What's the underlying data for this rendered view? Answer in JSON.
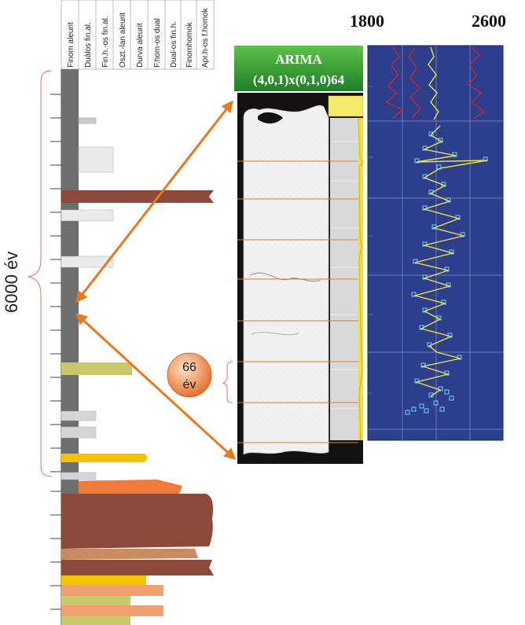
{
  "column_headers": [
    "Finom aleurit",
    "Duálos fin.al.",
    "Fin.h.-os fin.al.",
    "Oszt.-lan aleurit",
    "Durva aleurit",
    "F.hom-os dual",
    "Dual-os fin.h.",
    "Finomhomok",
    "Apr.h-os f.homok"
  ],
  "span_label": "6000 év",
  "sub_span_value": "66",
  "sub_span_unit": "év",
  "arima_title": "ARIMA",
  "arima_model": "(4,0,1)x(0,1,0)64",
  "chart_axis_min": "1800",
  "chart_axis_max": "2600",
  "colors": {
    "core_gray": "#6e6e6e",
    "brown": "#8b4a3c",
    "yellow": "#f5c400",
    "olive": "#c8c86a",
    "orange": "#f07a3a",
    "salmon": "#f0a070",
    "light_gray": "#e8e8e8",
    "arrow": "#e87a1e",
    "green_header": "#3aa33a",
    "chart_bg": "#2c3e8c"
  }
}
